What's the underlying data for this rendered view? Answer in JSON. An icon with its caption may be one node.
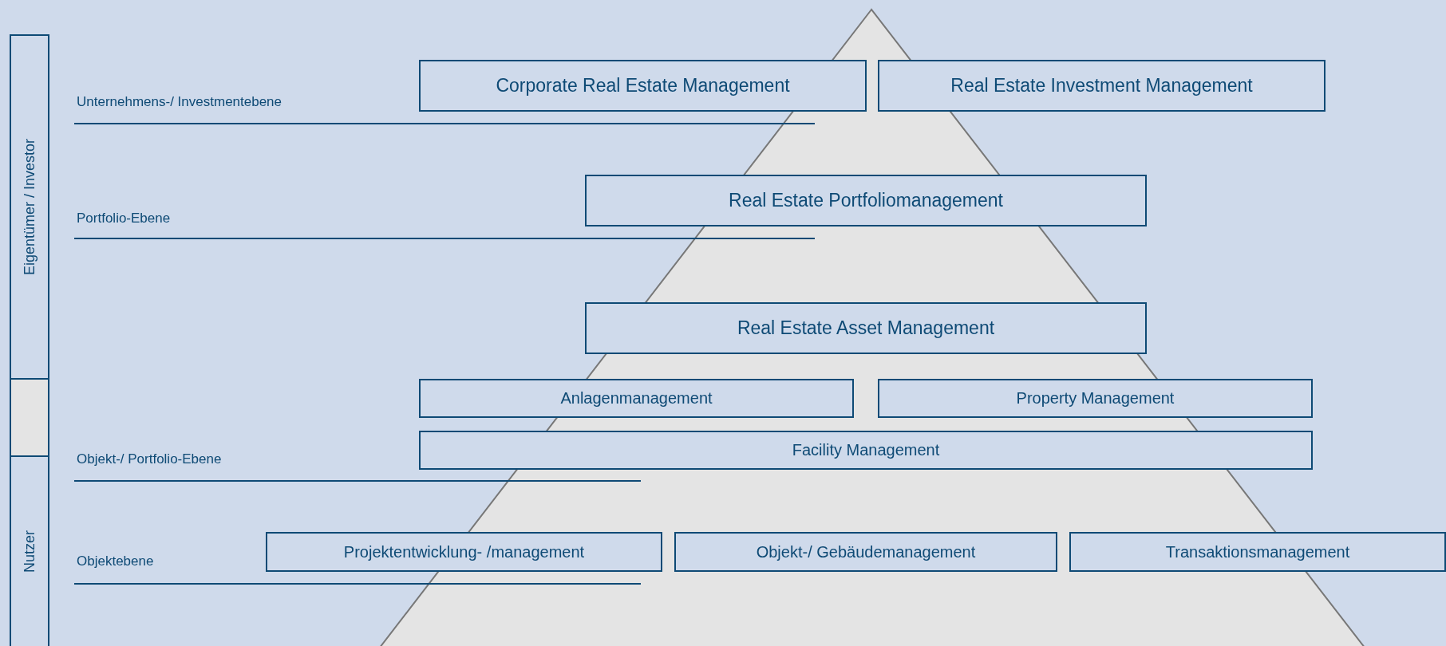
{
  "diagram": {
    "nodes": [
      {
        "text": [
          "Eigentümer / Investor"
        ]
      },
      {
        "text": [],
        "shape": "box"
      },
      {
        "text": [
          "Nutzer"
        ]
      },
      {
        "text": [
          "Corporate Real Estate Management"
        ]
      },
      {
        "text": [
          "Real Estate Investment Management"
        ]
      },
      {
        "text": [
          "Real Estate Portfoliomanagement"
        ]
      },
      {
        "text": [
          "Real Estate Asset Management"
        ]
      },
      {
        "text": [
          "Anlagenmanagement"
        ]
      },
      {
        "text": [
          "Property Management"
        ]
      },
      {
        "text": [
          "Facility Management"
        ]
      },
      {
        "text": [
          "Projektentwicklung- /management"
        ]
      },
      {
        "text": [
          "Objekt-/ Gebäudemanagement"
        ]
      },
      {
        "text": [
          "Transaktionsmanagement"
        ]
      }
    ],
    "edges": [],
    "labels": [
      "Unternehmens-/ Investmentebene",
      "Portfolio-Ebene",
      "Objekt-/ Portfolio-Ebene",
      "Objektebene"
    ]
  }
}
